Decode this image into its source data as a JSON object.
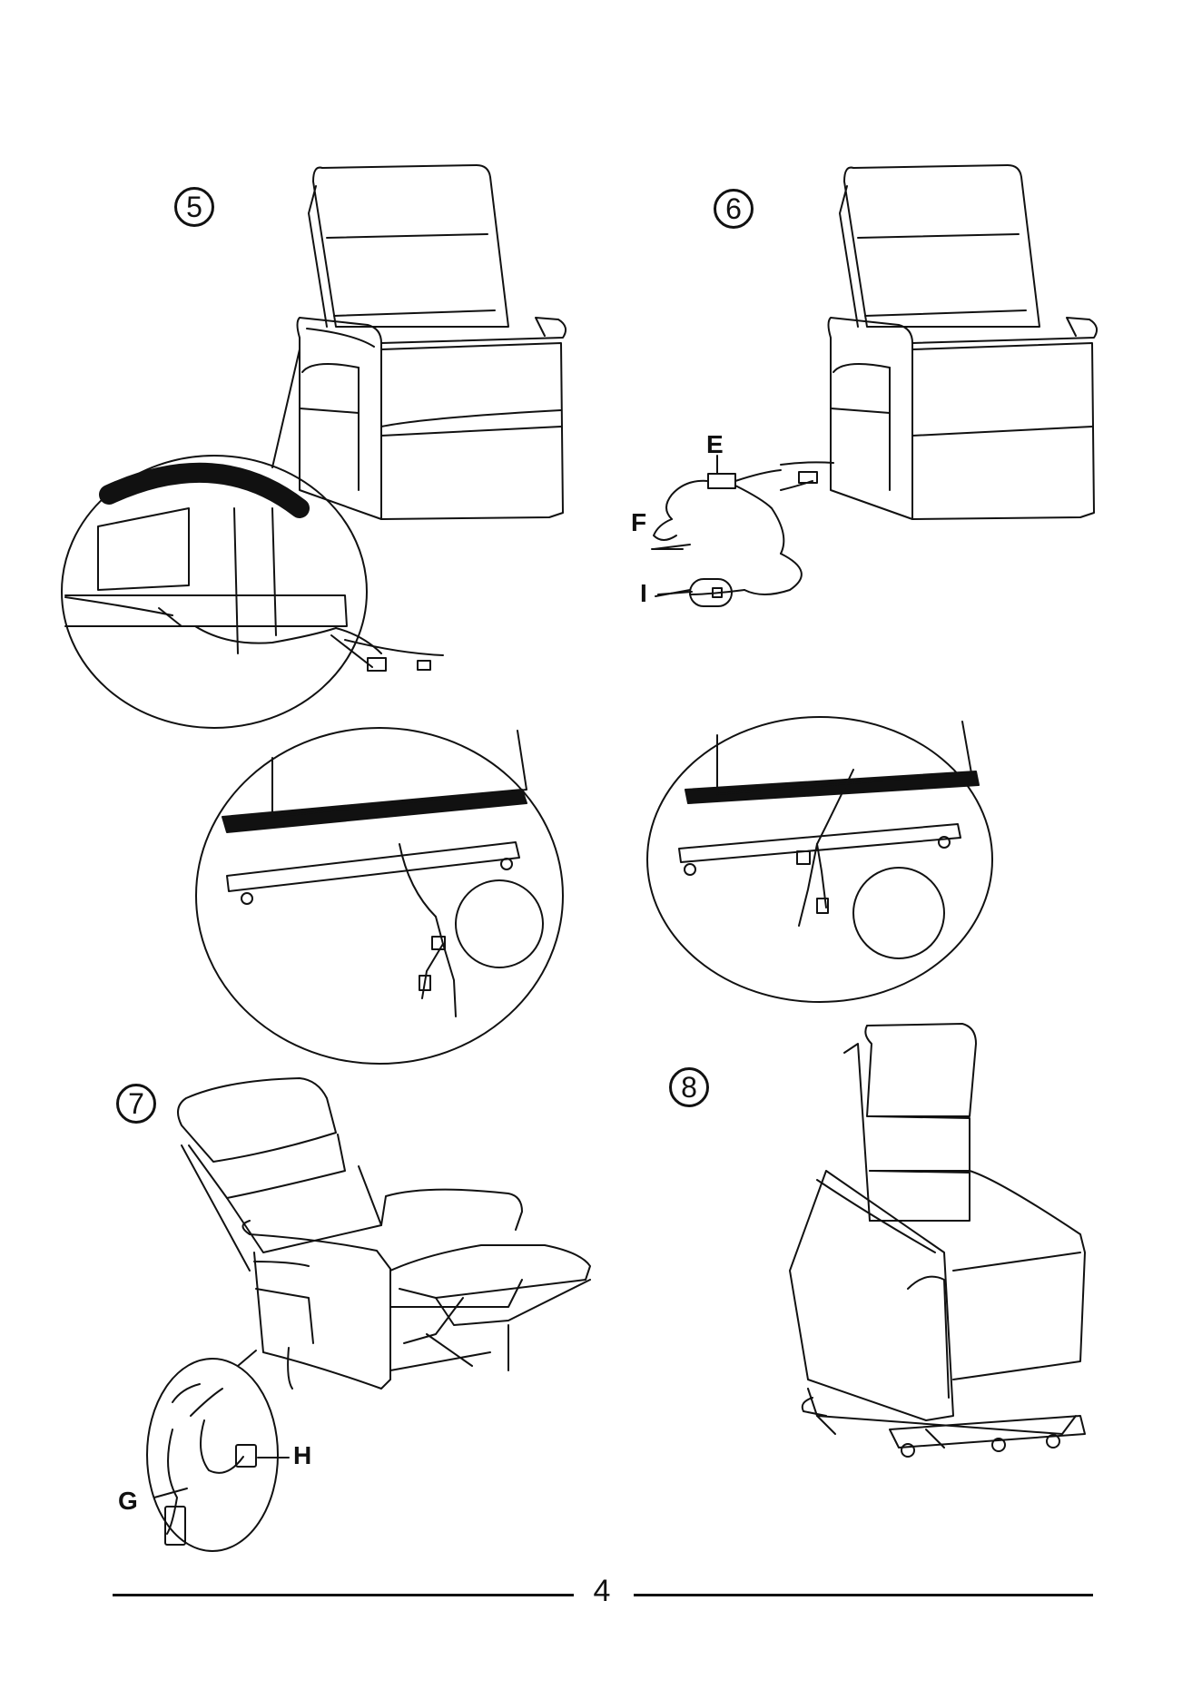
{
  "steps": [
    {
      "number": "5"
    },
    {
      "number": "6"
    },
    {
      "number": "7"
    },
    {
      "number": "8"
    }
  ],
  "callouts": {
    "E": "E",
    "F": "F",
    "I": "I",
    "G": "G",
    "H": "H"
  },
  "page_number": "4"
}
